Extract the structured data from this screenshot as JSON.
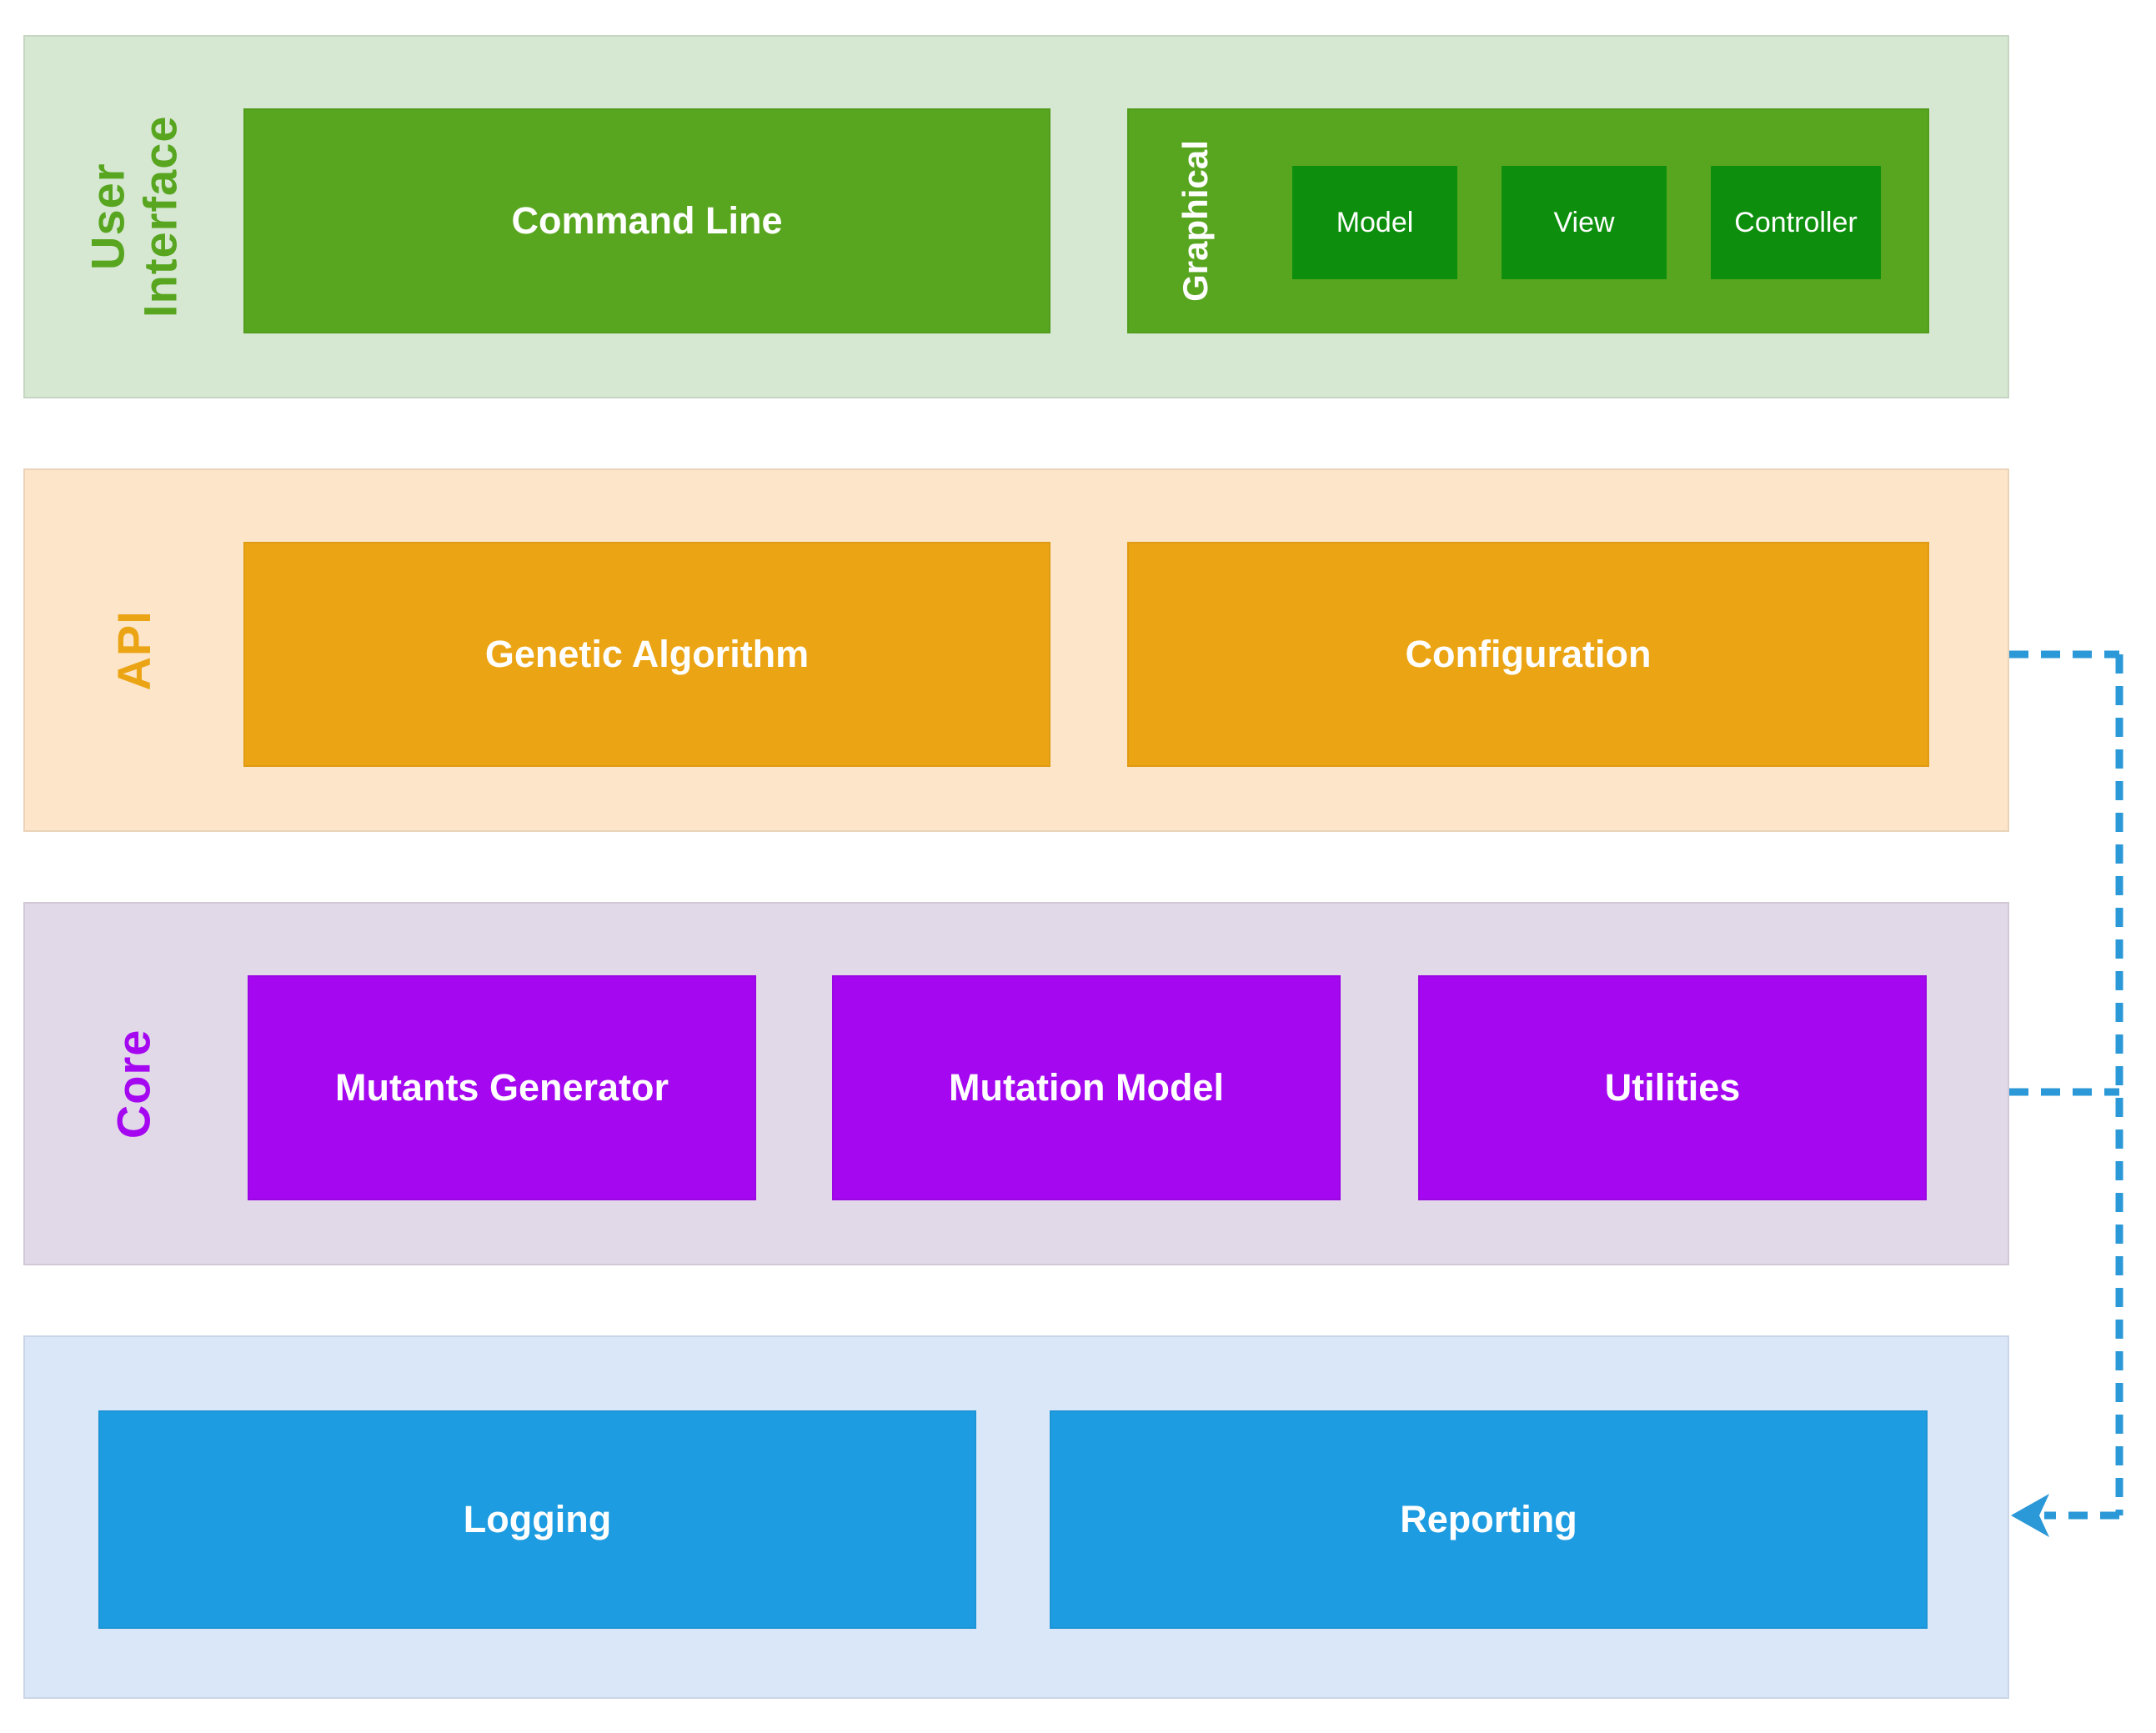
{
  "layers": [
    {
      "label": "User\nInterface",
      "components": [
        {
          "label": "Command Line"
        },
        {
          "label": "Graphical",
          "children": [
            {
              "label": "Model"
            },
            {
              "label": "View"
            },
            {
              "label": "Controller"
            }
          ]
        }
      ]
    },
    {
      "label": "API",
      "components": [
        {
          "label": "Genetic Algorithm"
        },
        {
          "label": "Configuration"
        }
      ]
    },
    {
      "label": "Core",
      "components": [
        {
          "label": "Mutants Generator"
        },
        {
          "label": "Mutation Model"
        },
        {
          "label": "Utilities"
        }
      ]
    },
    {
      "label": "",
      "components": [
        {
          "label": "Logging"
        },
        {
          "label": "Reporting"
        }
      ]
    }
  ],
  "colors": {
    "ui_layer_bg": "#d6e7d2",
    "ui_label": "#58a620",
    "ui_box": "#58a620",
    "ui_inner_box": "#0d8f0d",
    "api_layer_bg": "#fce5c8",
    "api_label": "#eba414",
    "api_box": "#eba414",
    "core_layer_bg": "#e2d9e8",
    "core_label": "#a407f0",
    "core_box": "#a407f0",
    "infra_layer_bg": "#dae7f8",
    "infra_box": "#1e9ce1",
    "connector": "#2b98d7",
    "box_text": "#ffffff"
  }
}
